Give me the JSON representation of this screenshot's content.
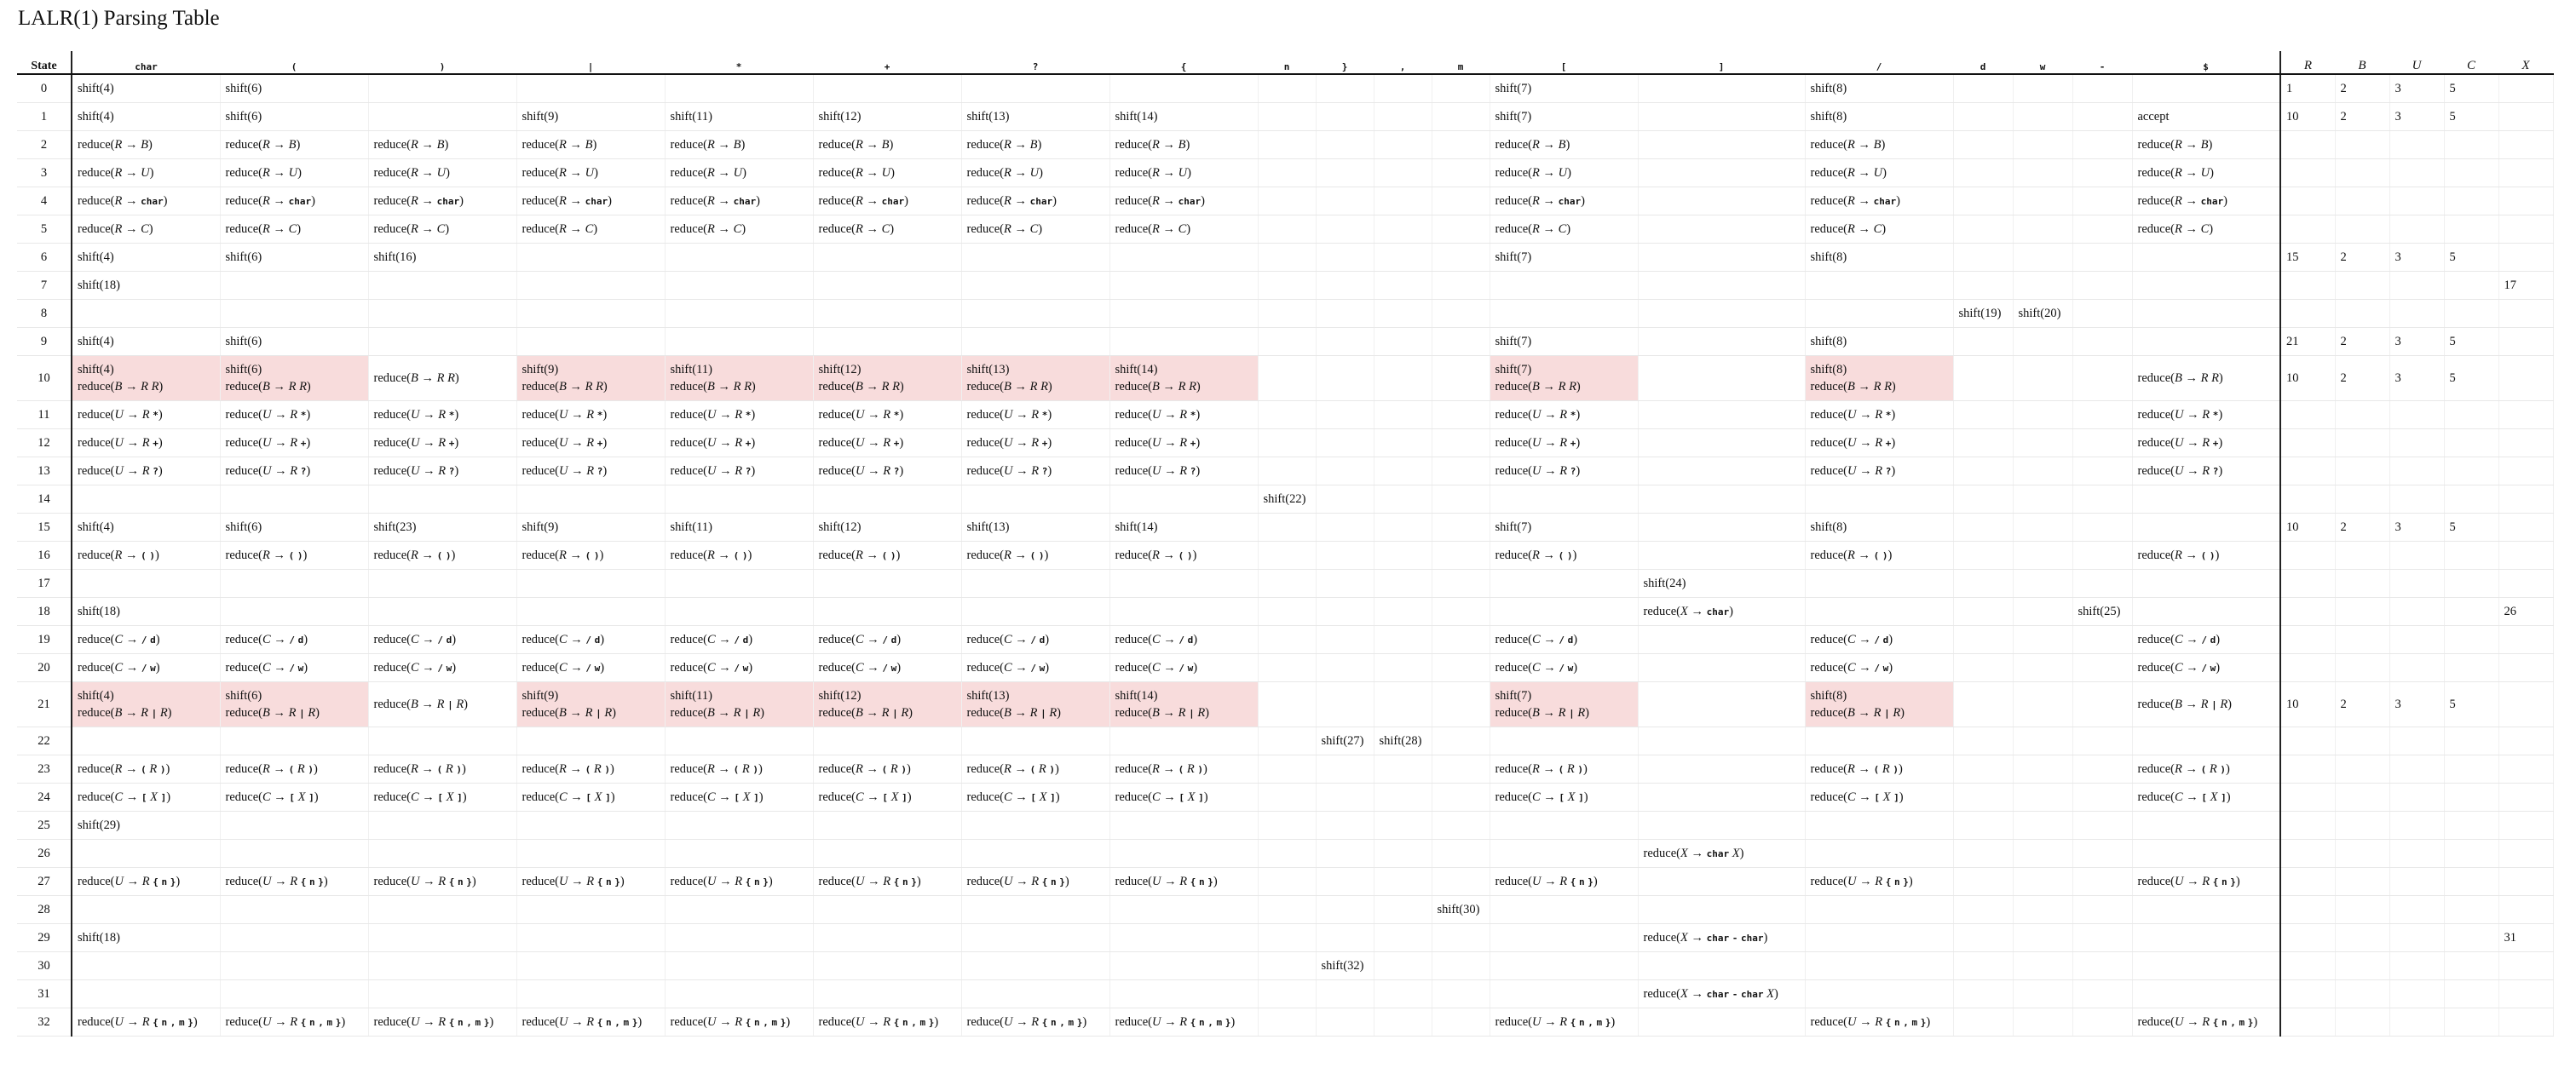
{
  "title": "LALR(1) Parsing Table",
  "headers": {
    "state": "State",
    "terminals": [
      "char",
      "(",
      ")",
      "|",
      "*",
      "+",
      "?",
      "{",
      "n",
      "}",
      ",",
      "m",
      "[",
      "]",
      "/",
      "d",
      "w",
      "-",
      "$"
    ],
    "nonterminals": [
      "R",
      "B",
      "U",
      "C",
      "X"
    ]
  },
  "rows": [
    {
      "state": "0",
      "cells": {
        "char": [
          "shift(4)"
        ],
        "(": [
          "shift(6)"
        ],
        "[": [
          "shift(7)"
        ],
        "/": [
          "shift(8)"
        ]
      },
      "goto": {
        "R": "1",
        "B": "2",
        "U": "3",
        "C": "5"
      }
    },
    {
      "state": "1",
      "cells": {
        "char": [
          "shift(4)"
        ],
        "(": [
          "shift(6)"
        ],
        "|": [
          "shift(9)"
        ],
        "*": [
          "shift(11)"
        ],
        "+": [
          "shift(12)"
        ],
        "?": [
          "shift(13)"
        ],
        "{": [
          "shift(14)"
        ],
        "[": [
          "shift(7)"
        ],
        "/": [
          "shift(8)"
        ],
        "$": [
          "accept"
        ]
      },
      "goto": {
        "R": "10",
        "B": "2",
        "U": "3",
        "C": "5"
      }
    },
    {
      "state": "2",
      "cells": {
        "char": [
          "reduce(R → B)"
        ],
        "(": [
          "reduce(R → B)"
        ],
        ")": [
          "reduce(R → B)"
        ],
        "|": [
          "reduce(R → B)"
        ],
        "*": [
          "reduce(R → B)"
        ],
        "+": [
          "reduce(R → B)"
        ],
        "?": [
          "reduce(R → B)"
        ],
        "{": [
          "reduce(R → B)"
        ],
        "[": [
          "reduce(R → B)"
        ],
        "/": [
          "reduce(R → B)"
        ],
        "$": [
          "reduce(R → B)"
        ]
      }
    },
    {
      "state": "3",
      "cells": {
        "char": [
          "reduce(R → U)"
        ],
        "(": [
          "reduce(R → U)"
        ],
        ")": [
          "reduce(R → U)"
        ],
        "|": [
          "reduce(R → U)"
        ],
        "*": [
          "reduce(R → U)"
        ],
        "+": [
          "reduce(R → U)"
        ],
        "?": [
          "reduce(R → U)"
        ],
        "{": [
          "reduce(R → U)"
        ],
        "[": [
          "reduce(R → U)"
        ],
        "/": [
          "reduce(R → U)"
        ],
        "$": [
          "reduce(R → U)"
        ]
      }
    },
    {
      "state": "4",
      "cells": {
        "char": [
          "reduce(R → char)"
        ],
        "(": [
          "reduce(R → char)"
        ],
        ")": [
          "reduce(R → char)"
        ],
        "|": [
          "reduce(R → char)"
        ],
        "*": [
          "reduce(R → char)"
        ],
        "+": [
          "reduce(R → char)"
        ],
        "?": [
          "reduce(R → char)"
        ],
        "{": [
          "reduce(R → char)"
        ],
        "[": [
          "reduce(R → char)"
        ],
        "/": [
          "reduce(R → char)"
        ],
        "$": [
          "reduce(R → char)"
        ]
      }
    },
    {
      "state": "5",
      "cells": {
        "char": [
          "reduce(R → C)"
        ],
        "(": [
          "reduce(R → C)"
        ],
        ")": [
          "reduce(R → C)"
        ],
        "|": [
          "reduce(R → C)"
        ],
        "*": [
          "reduce(R → C)"
        ],
        "+": [
          "reduce(R → C)"
        ],
        "?": [
          "reduce(R → C)"
        ],
        "{": [
          "reduce(R → C)"
        ],
        "[": [
          "reduce(R → C)"
        ],
        "/": [
          "reduce(R → C)"
        ],
        "$": [
          "reduce(R → C)"
        ]
      }
    },
    {
      "state": "6",
      "cells": {
        "char": [
          "shift(4)"
        ],
        "(": [
          "shift(6)"
        ],
        ")": [
          "shift(16)"
        ],
        "[": [
          "shift(7)"
        ],
        "/": [
          "shift(8)"
        ]
      },
      "goto": {
        "R": "15",
        "B": "2",
        "U": "3",
        "C": "5"
      }
    },
    {
      "state": "7",
      "cells": {
        "char": [
          "shift(18)"
        ]
      },
      "goto": {
        "X": "17"
      }
    },
    {
      "state": "8",
      "cells": {
        "d": [
          "shift(19)"
        ],
        "w": [
          "shift(20)"
        ]
      }
    },
    {
      "state": "9",
      "cells": {
        "char": [
          "shift(4)"
        ],
        "(": [
          "shift(6)"
        ],
        "[": [
          "shift(7)"
        ],
        "/": [
          "shift(8)"
        ]
      },
      "goto": {
        "R": "21",
        "B": "2",
        "U": "3",
        "C": "5"
      }
    },
    {
      "state": "10",
      "cells": {
        "char": [
          "shift(4)",
          "reduce(B → R R)"
        ],
        "(": [
          "shift(6)",
          "reduce(B → R R)"
        ],
        ")": [
          "reduce(B → R R)"
        ],
        "|": [
          "shift(9)",
          "reduce(B → R R)"
        ],
        "*": [
          "shift(11)",
          "reduce(B → R R)"
        ],
        "+": [
          "shift(12)",
          "reduce(B → R R)"
        ],
        "?": [
          "shift(13)",
          "reduce(B → R R)"
        ],
        "{": [
          "shift(14)",
          "reduce(B → R R)"
        ],
        "[": [
          "shift(7)",
          "reduce(B → R R)"
        ],
        "/": [
          "shift(8)",
          "reduce(B → R R)"
        ],
        "$": [
          "reduce(B → R R)"
        ]
      },
      "goto": {
        "R": "10",
        "B": "2",
        "U": "3",
        "C": "5"
      }
    },
    {
      "state": "11",
      "cells": {
        "char": [
          "reduce(U → R *)"
        ],
        "(": [
          "reduce(U → R *)"
        ],
        ")": [
          "reduce(U → R *)"
        ],
        "|": [
          "reduce(U → R *)"
        ],
        "*": [
          "reduce(U → R *)"
        ],
        "+": [
          "reduce(U → R *)"
        ],
        "?": [
          "reduce(U → R *)"
        ],
        "{": [
          "reduce(U → R *)"
        ],
        "[": [
          "reduce(U → R *)"
        ],
        "/": [
          "reduce(U → R *)"
        ],
        "$": [
          "reduce(U → R *)"
        ]
      }
    },
    {
      "state": "12",
      "cells": {
        "char": [
          "reduce(U → R +)"
        ],
        "(": [
          "reduce(U → R +)"
        ],
        ")": [
          "reduce(U → R +)"
        ],
        "|": [
          "reduce(U → R +)"
        ],
        "*": [
          "reduce(U → R +)"
        ],
        "+": [
          "reduce(U → R +)"
        ],
        "?": [
          "reduce(U → R +)"
        ],
        "{": [
          "reduce(U → R +)"
        ],
        "[": [
          "reduce(U → R +)"
        ],
        "/": [
          "reduce(U → R +)"
        ],
        "$": [
          "reduce(U → R +)"
        ]
      }
    },
    {
      "state": "13",
      "cells": {
        "char": [
          "reduce(U → R ?)"
        ],
        "(": [
          "reduce(U → R ?)"
        ],
        ")": [
          "reduce(U → R ?)"
        ],
        "|": [
          "reduce(U → R ?)"
        ],
        "*": [
          "reduce(U → R ?)"
        ],
        "+": [
          "reduce(U → R ?)"
        ],
        "?": [
          "reduce(U → R ?)"
        ],
        "{": [
          "reduce(U → R ?)"
        ],
        "[": [
          "reduce(U → R ?)"
        ],
        "/": [
          "reduce(U → R ?)"
        ],
        "$": [
          "reduce(U → R ?)"
        ]
      }
    },
    {
      "state": "14",
      "cells": {
        "n": [
          "shift(22)"
        ]
      }
    },
    {
      "state": "15",
      "cells": {
        "char": [
          "shift(4)"
        ],
        "(": [
          "shift(6)"
        ],
        ")": [
          "shift(23)"
        ],
        "|": [
          "shift(9)"
        ],
        "*": [
          "shift(11)"
        ],
        "+": [
          "shift(12)"
        ],
        "?": [
          "shift(13)"
        ],
        "{": [
          "shift(14)"
        ],
        "[": [
          "shift(7)"
        ],
        "/": [
          "shift(8)"
        ]
      },
      "goto": {
        "R": "10",
        "B": "2",
        "U": "3",
        "C": "5"
      }
    },
    {
      "state": "16",
      "cells": {
        "char": [
          "reduce(R → ( ))"
        ],
        "(": [
          "reduce(R → ( ))"
        ],
        ")": [
          "reduce(R → ( ))"
        ],
        "|": [
          "reduce(R → ( ))"
        ],
        "*": [
          "reduce(R → ( ))"
        ],
        "+": [
          "reduce(R → ( ))"
        ],
        "?": [
          "reduce(R → ( ))"
        ],
        "{": [
          "reduce(R → ( ))"
        ],
        "[": [
          "reduce(R → ( ))"
        ],
        "/": [
          "reduce(R → ( ))"
        ],
        "$": [
          "reduce(R → ( ))"
        ]
      }
    },
    {
      "state": "17",
      "cells": {
        "]": [
          "shift(24)"
        ]
      }
    },
    {
      "state": "18",
      "cells": {
        "char": [
          "shift(18)"
        ],
        "]": [
          "reduce(X → char)"
        ],
        "-": [
          "shift(25)"
        ]
      },
      "goto": {
        "X": "26"
      }
    },
    {
      "state": "19",
      "cells": {
        "char": [
          "reduce(C → / d)"
        ],
        "(": [
          "reduce(C → / d)"
        ],
        ")": [
          "reduce(C → / d)"
        ],
        "|": [
          "reduce(C → / d)"
        ],
        "*": [
          "reduce(C → / d)"
        ],
        "+": [
          "reduce(C → / d)"
        ],
        "?": [
          "reduce(C → / d)"
        ],
        "{": [
          "reduce(C → / d)"
        ],
        "[": [
          "reduce(C → / d)"
        ],
        "/": [
          "reduce(C → / d)"
        ],
        "$": [
          "reduce(C → / d)"
        ]
      }
    },
    {
      "state": "20",
      "cells": {
        "char": [
          "reduce(C → / w)"
        ],
        "(": [
          "reduce(C → / w)"
        ],
        ")": [
          "reduce(C → / w)"
        ],
        "|": [
          "reduce(C → / w)"
        ],
        "*": [
          "reduce(C → / w)"
        ],
        "+": [
          "reduce(C → / w)"
        ],
        "?": [
          "reduce(C → / w)"
        ],
        "{": [
          "reduce(C → / w)"
        ],
        "[": [
          "reduce(C → / w)"
        ],
        "/": [
          "reduce(C → / w)"
        ],
        "$": [
          "reduce(C → / w)"
        ]
      }
    },
    {
      "state": "21",
      "cells": {
        "char": [
          "shift(4)",
          "reduce(B → R | R)"
        ],
        "(": [
          "shift(6)",
          "reduce(B → R | R)"
        ],
        ")": [
          "reduce(B → R | R)"
        ],
        "|": [
          "shift(9)",
          "reduce(B → R | R)"
        ],
        "*": [
          "shift(11)",
          "reduce(B → R | R)"
        ],
        "+": [
          "shift(12)",
          "reduce(B → R | R)"
        ],
        "?": [
          "shift(13)",
          "reduce(B → R | R)"
        ],
        "{": [
          "shift(14)",
          "reduce(B → R | R)"
        ],
        "[": [
          "shift(7)",
          "reduce(B → R | R)"
        ],
        "/": [
          "shift(8)",
          "reduce(B → R | R)"
        ],
        "$": [
          "reduce(B → R | R)"
        ]
      },
      "goto": {
        "R": "10",
        "B": "2",
        "U": "3",
        "C": "5"
      }
    },
    {
      "state": "22",
      "cells": {
        "}": [
          "shift(27)"
        ],
        ",": [
          "shift(28)"
        ]
      }
    },
    {
      "state": "23",
      "cells": {
        "char": [
          "reduce(R → ( R ))"
        ],
        "(": [
          "reduce(R → ( R ))"
        ],
        ")": [
          "reduce(R → ( R ))"
        ],
        "|": [
          "reduce(R → ( R ))"
        ],
        "*": [
          "reduce(R → ( R ))"
        ],
        "+": [
          "reduce(R → ( R ))"
        ],
        "?": [
          "reduce(R → ( R ))"
        ],
        "{": [
          "reduce(R → ( R ))"
        ],
        "[": [
          "reduce(R → ( R ))"
        ],
        "/": [
          "reduce(R → ( R ))"
        ],
        "$": [
          "reduce(R → ( R ))"
        ]
      }
    },
    {
      "state": "24",
      "cells": {
        "char": [
          "reduce(C → [ X ])"
        ],
        "(": [
          "reduce(C → [ X ])"
        ],
        ")": [
          "reduce(C → [ X ])"
        ],
        "|": [
          "reduce(C → [ X ])"
        ],
        "*": [
          "reduce(C → [ X ])"
        ],
        "+": [
          "reduce(C → [ X ])"
        ],
        "?": [
          "reduce(C → [ X ])"
        ],
        "{": [
          "reduce(C → [ X ])"
        ],
        "[": [
          "reduce(C → [ X ])"
        ],
        "/": [
          "reduce(C → [ X ])"
        ],
        "$": [
          "reduce(C → [ X ])"
        ]
      }
    },
    {
      "state": "25",
      "cells": {
        "char": [
          "shift(29)"
        ]
      }
    },
    {
      "state": "26",
      "cells": {
        "]": [
          "reduce(X → char X)"
        ]
      }
    },
    {
      "state": "27",
      "cells": {
        "char": [
          "reduce(U → R { n })"
        ],
        "(": [
          "reduce(U → R { n })"
        ],
        ")": [
          "reduce(U → R { n })"
        ],
        "|": [
          "reduce(U → R { n })"
        ],
        "*": [
          "reduce(U → R { n })"
        ],
        "+": [
          "reduce(U → R { n })"
        ],
        "?": [
          "reduce(U → R { n })"
        ],
        "{": [
          "reduce(U → R { n })"
        ],
        "[": [
          "reduce(U → R { n })"
        ],
        "/": [
          "reduce(U → R { n })"
        ],
        "$": [
          "reduce(U → R { n })"
        ]
      }
    },
    {
      "state": "28",
      "cells": {
        "m": [
          "shift(30)"
        ]
      }
    },
    {
      "state": "29",
      "cells": {
        "char": [
          "shift(18)"
        ],
        "]": [
          "reduce(X → char - char)"
        ]
      },
      "goto": {
        "X": "31"
      }
    },
    {
      "state": "30",
      "cells": {
        "}": [
          "shift(32)"
        ]
      }
    },
    {
      "state": "31",
      "cells": {
        "]": [
          "reduce(X → char - char X)"
        ]
      }
    },
    {
      "state": "32",
      "cells": {
        "char": [
          "reduce(U → R { n , m })"
        ],
        "(": [
          "reduce(U → R { n , m })"
        ],
        ")": [
          "reduce(U → R { n , m })"
        ],
        "|": [
          "reduce(U → R { n , m })"
        ],
        "*": [
          "reduce(U → R { n , m })"
        ],
        "+": [
          "reduce(U → R { n , m })"
        ],
        "?": [
          "reduce(U → R { n , m })"
        ],
        "{": [
          "reduce(U → R { n , m })"
        ],
        "[": [
          "reduce(U → R { n , m })"
        ],
        "/": [
          "reduce(U → R { n , m })"
        ],
        "$": [
          "reduce(U → R { n , m })"
        ]
      }
    }
  ]
}
